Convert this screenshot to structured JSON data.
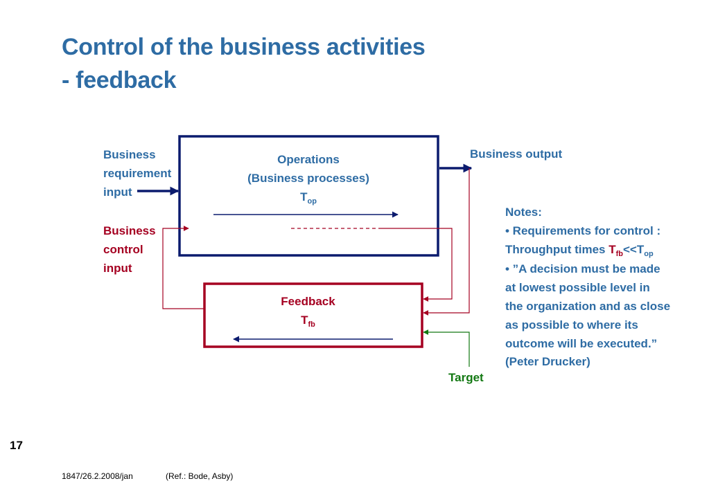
{
  "title": {
    "line1": "Control of the business activities",
    "line2": "- feedback"
  },
  "labels": {
    "req_input": [
      "Business",
      "requirement",
      "input"
    ],
    "ctrl_input": [
      "Business",
      "control",
      "input"
    ],
    "business_output": "Business output",
    "target": "Target"
  },
  "operations": {
    "line1": "Operations",
    "line2": "(Business processes)",
    "t_main": "T",
    "t_sub": "op"
  },
  "feedback": {
    "label": "Feedback",
    "t_main": "T",
    "t_sub": "fb"
  },
  "notes": {
    "heading": "Notes:",
    "bullet1_line1": "• Requirements for control :",
    "bullet1_line2_prefix": "Throughput times ",
    "t_main": "T",
    "tfb_sub": "fb",
    "lt": "<<",
    "top_sub": "op",
    "bullet2_lines": [
      "• ”A decision must be made",
      "at lowest possible level in",
      "the organization and as close",
      "as possible to where its",
      "outcome will be executed.”",
      "(Peter Drucker)"
    ]
  },
  "footer": {
    "slide_number": "17",
    "code": "1847/26.2.2008/jan",
    "ref": "(Ref.: Bode, Asby)"
  },
  "colors": {
    "title_blue": "#2e6ca4",
    "navy": "#0b1b6e",
    "red": "#a50021",
    "green": "#127812"
  }
}
